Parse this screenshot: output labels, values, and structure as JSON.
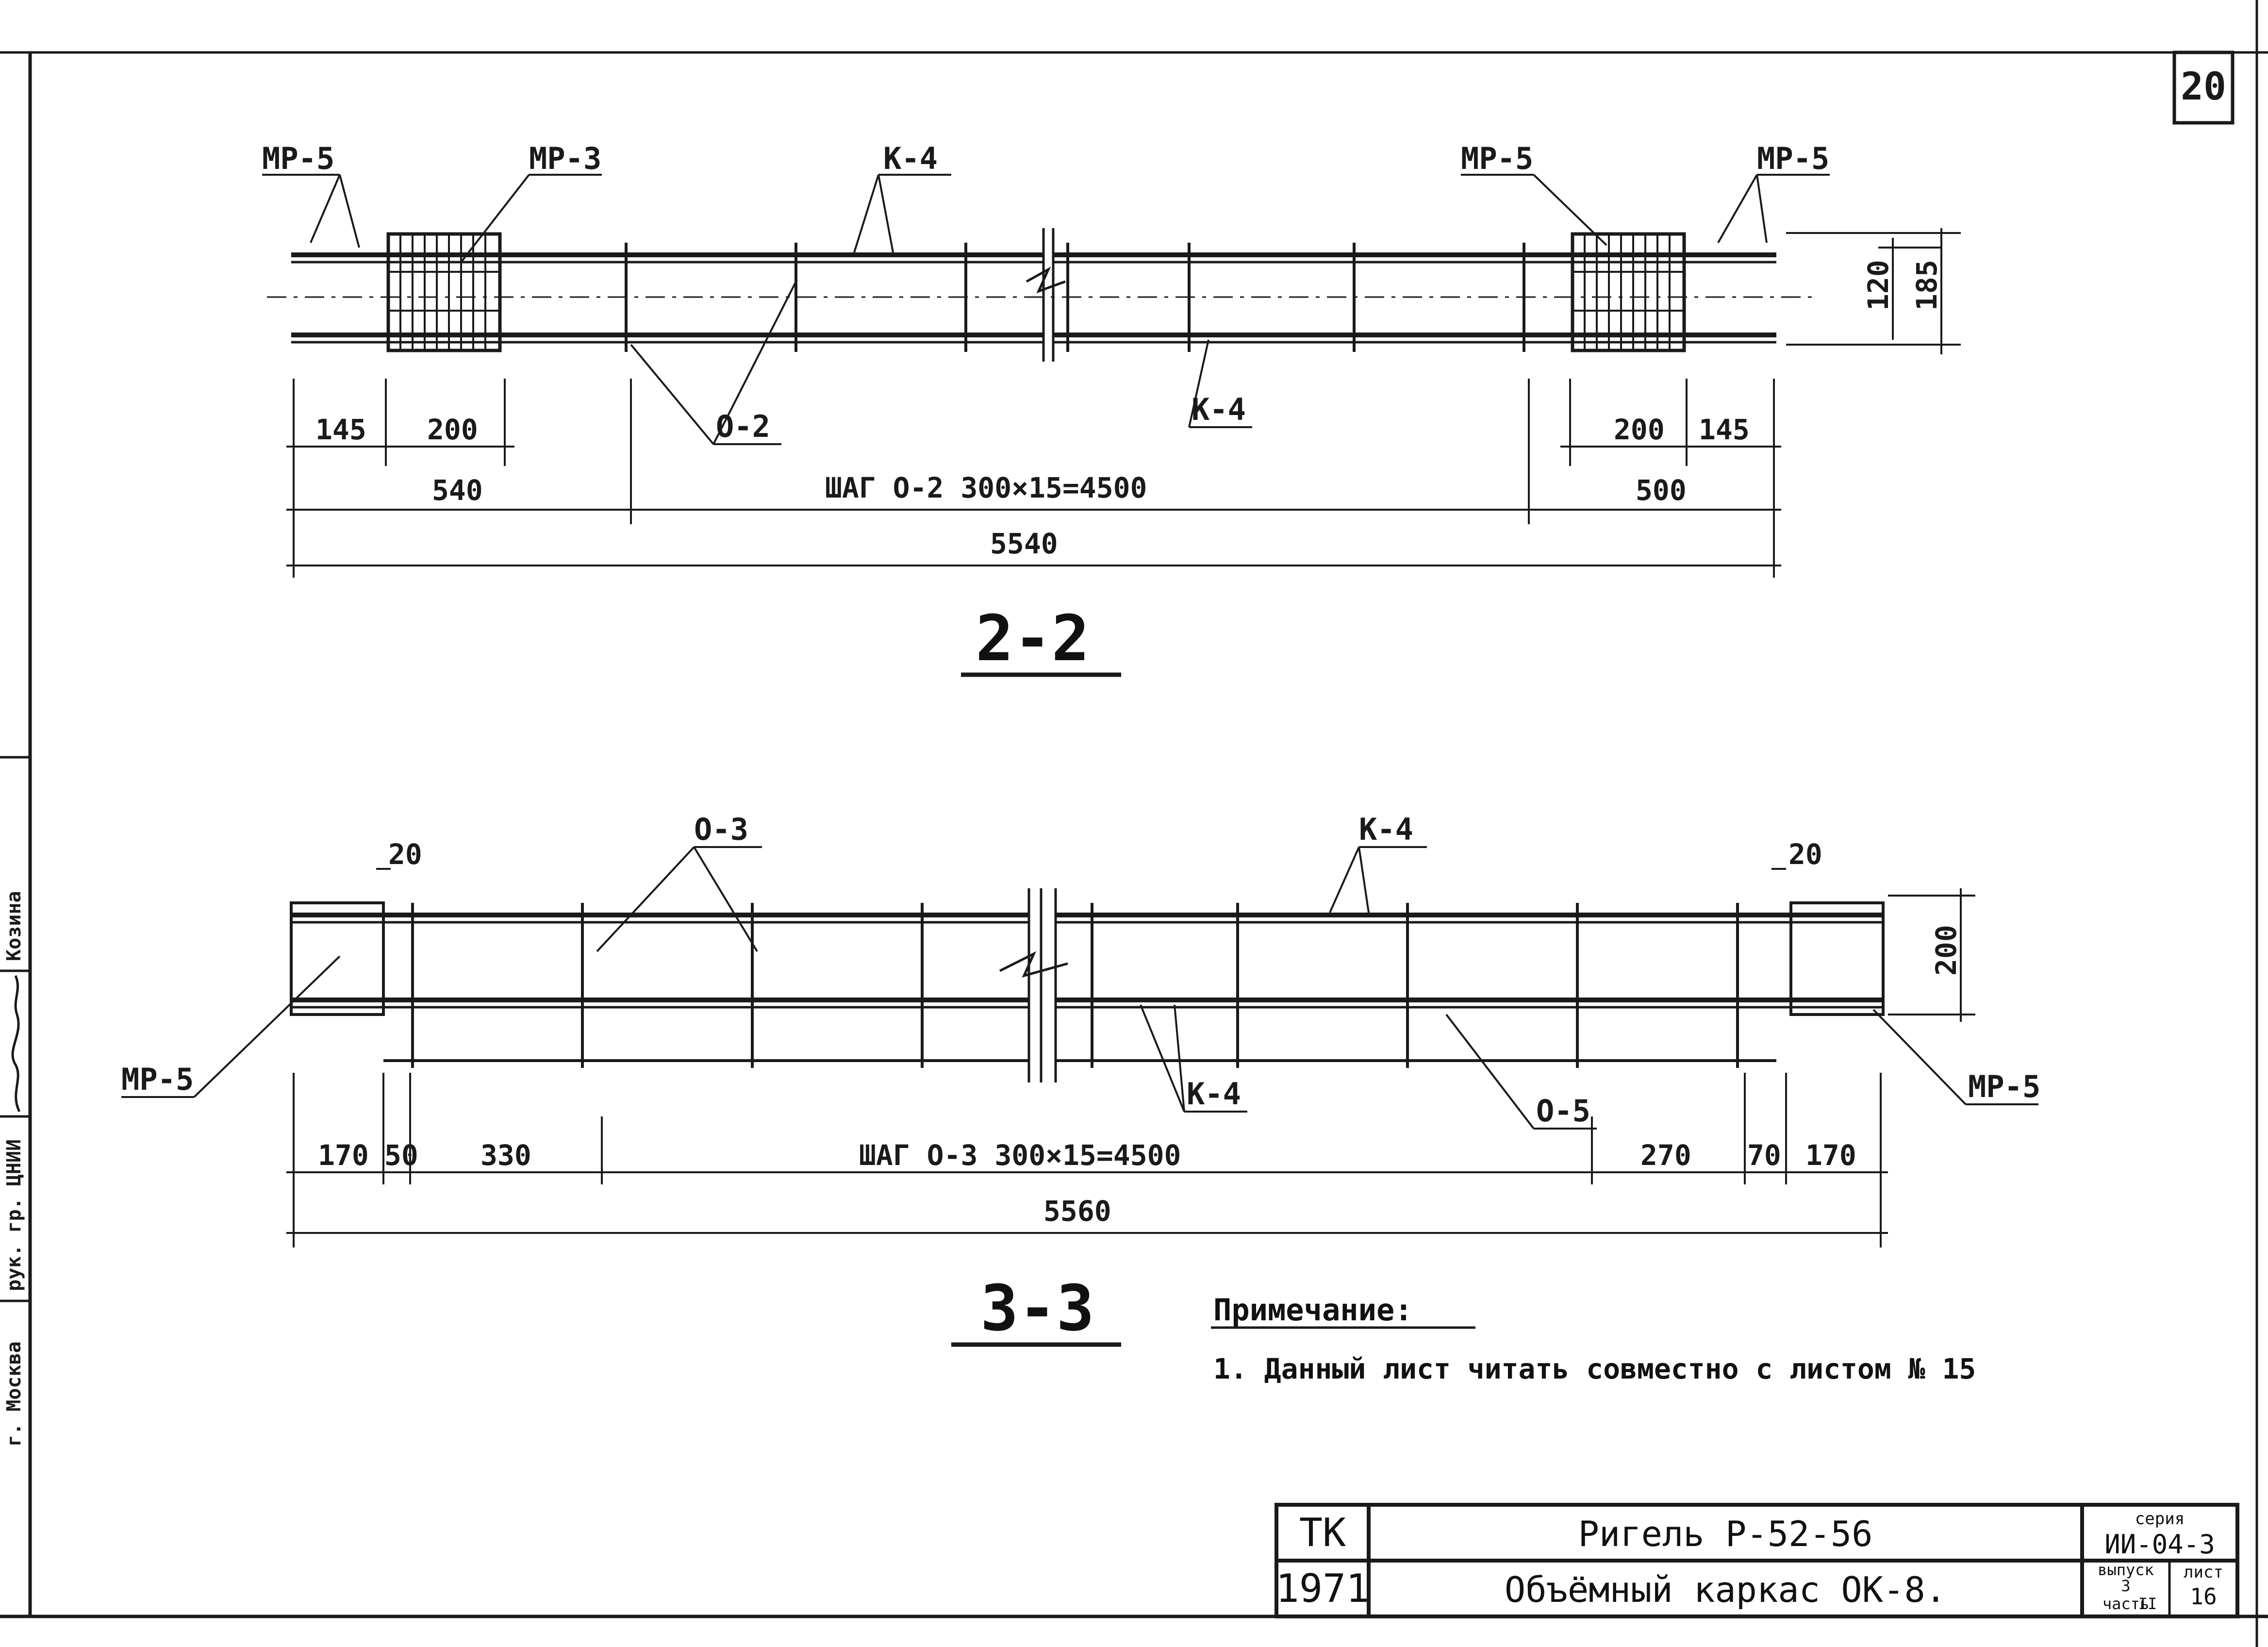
{
  "sheet_number": "20",
  "left_strip": {
    "city": "г. Москва",
    "role": "рук. гр. ЦНИИ",
    "surname": "Козина",
    "signature": "Козина"
  },
  "section_2_2": {
    "title": "2-2",
    "marks": {
      "mr5_left": "МР-5",
      "mr3": "МР-3",
      "k4_top": "К-4",
      "mr5_right_a": "МР-5",
      "mr5_right_b": "МР-5",
      "o2": "О-2",
      "k4_bottom": "К-4"
    },
    "dims": {
      "d145_left": "145",
      "d200": "200",
      "d540": "540",
      "step": "ШАГ О-2   300×15=4500",
      "d200_right": "200",
      "d145_right": "145",
      "d500": "500",
      "total": "5540",
      "h120": "120",
      "h185": "185"
    }
  },
  "section_3_3": {
    "title": "3-3",
    "marks": {
      "o3": "О-3",
      "k4_top": "К-4",
      "mr5_left": "МР-5",
      "k4_bottom": "К-4",
      "o5": "О-5",
      "mr5_right": "МР-5"
    },
    "dims": {
      "d20_left": "20",
      "d20_right": "20",
      "h200": "200",
      "d170_left": "170",
      "d50": "50",
      "d330": "330",
      "step": "ШАГ О-3   300×15=4500",
      "d270": "270",
      "d70": "70",
      "d170_right": "170",
      "total": "5560"
    }
  },
  "note": {
    "heading": "Примечание:",
    "text": "1. Данный лист читать совместно с листом № 15"
  },
  "title_block": {
    "tk": "ТК",
    "year": "1971",
    "name_line1": "Ригель Р-52-56",
    "name_line2": "Объёмный каркас ОК-8.",
    "series_label": "серия",
    "series": "ИИ-04-3",
    "issue_label": "выпуск",
    "issue_value": "3",
    "part_label": "часть",
    "part_value": "II",
    "sheet_label": "лист",
    "sheet_value": "16"
  }
}
